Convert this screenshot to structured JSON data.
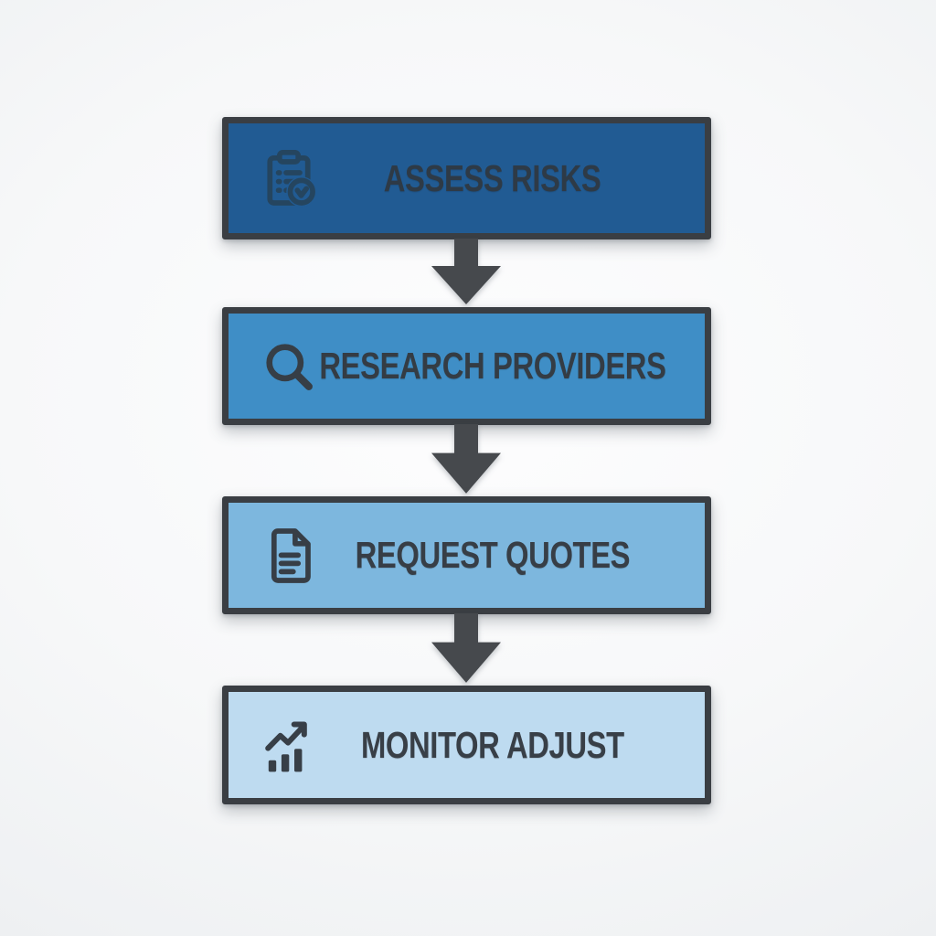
{
  "flowchart": {
    "description": "Four-step vertical process flowchart connected by downward arrows",
    "steps": [
      {
        "label": "ASSESS RISKS",
        "icon": "clipboard-check-icon",
        "fill": "#215b93",
        "label_color": "#2e3a46",
        "icon_color": "#25455f"
      },
      {
        "label": "RESEARCH PROVIDERS",
        "icon": "search-icon",
        "fill": "#3f8ec6",
        "label_color": "#343c44",
        "icon_color": "#363e46"
      },
      {
        "label": "REQUEST QUOTES",
        "icon": "document-icon",
        "fill": "#7db7de",
        "label_color": "#373e46",
        "icon_color": "#373e46"
      },
      {
        "label": "MONITOR ADJUST",
        "icon": "chart-growth-icon",
        "fill": "#bedbf0",
        "label_color": "#383f47",
        "icon_color": "#383f47"
      }
    ],
    "arrow_color": "#46494d",
    "border_color": "#3a3e43"
  }
}
